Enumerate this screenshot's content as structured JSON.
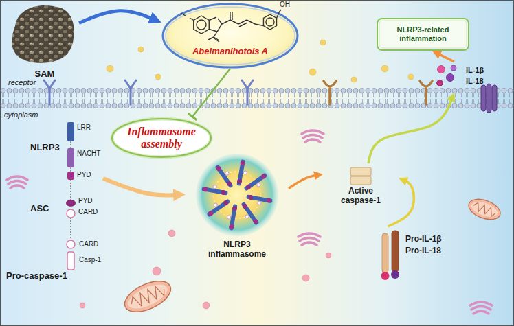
{
  "diagram": {
    "nodes": [
      {
        "text": [
          "SAM"
        ]
      },
      {
        "text": [
          "Abelmanihotols A"
        ]
      },
      {
        "text": [
          "NLRP3-related inflammation"
        ]
      },
      {
        "text": [
          "IL-1β",
          "IL-18"
        ]
      },
      {
        "text": [
          "NLRP3",
          "LRR",
          "NACHT",
          "PYD"
        ]
      },
      {
        "text": [
          "Inflammasome assembly"
        ]
      },
      {
        "text": [
          "ASC",
          "PYD",
          "CARD"
        ]
      },
      {
        "text": [
          "Pro-caspase-1",
          "CARD",
          "Casp-1"
        ]
      },
      {
        "text": [
          "NLRP3 inflammasome"
        ]
      },
      {
        "text": [
          "Active caspase-1"
        ]
      },
      {
        "text": [
          "Pro-IL-1β",
          "Pro-IL-18"
        ]
      }
    ],
    "edges": [
      {
        "from": 0,
        "to": 1,
        "arrow": "to"
      },
      {
        "from": 1,
        "to": 5,
        "arrow": "to"
      },
      {
        "from": 4,
        "to": 8,
        "arrow": "to"
      },
      {
        "from": 8,
        "to": 9,
        "arrow": "to"
      },
      {
        "from": 10,
        "to": 9,
        "arrow": "to"
      },
      {
        "from": 9,
        "to": 3,
        "arrow": "to"
      },
      {
        "from": 3,
        "to": 2,
        "arrow": "to"
      }
    ],
    "labels": [
      "OH",
      "receptor",
      "cytoplasm"
    ]
  }
}
